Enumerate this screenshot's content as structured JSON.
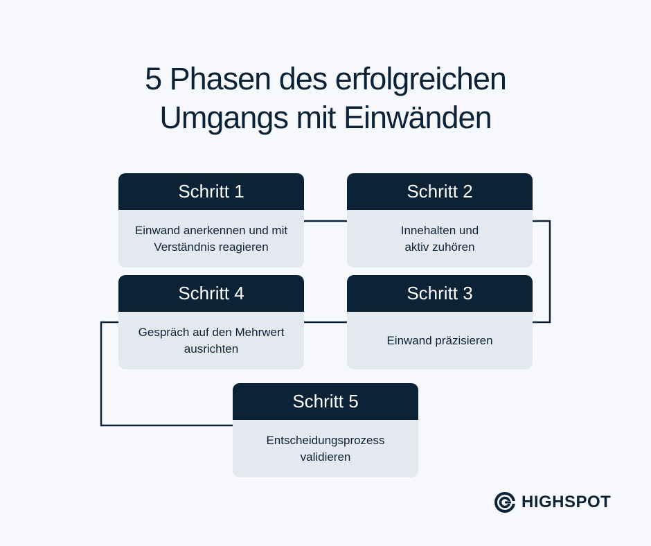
{
  "title": {
    "line1": "5 Phasen des erfolgreichen",
    "line2": "Umgangs mit Einwänden"
  },
  "steps": [
    {
      "heading": "Schritt 1",
      "text": "Einwand anerkennen und mit Verständnis reagieren"
    },
    {
      "heading": "Schritt 2",
      "text": "Innehalten und aktiv zuhören"
    },
    {
      "heading": "Schritt 3",
      "text": "Einwand präzisieren"
    },
    {
      "heading": "Schritt 4",
      "text": "Gespräch auf den Mehrwert ausrichten"
    },
    {
      "heading": "Schritt 5",
      "text": "Entscheidungsprozess validieren"
    }
  ],
  "logo": {
    "text": "HIGHSPOT",
    "icon": "highspot-logo-icon"
  },
  "colors": {
    "navy": "#0c2236",
    "card_body": "#e3e9ef",
    "background": "#f6f8fb"
  }
}
